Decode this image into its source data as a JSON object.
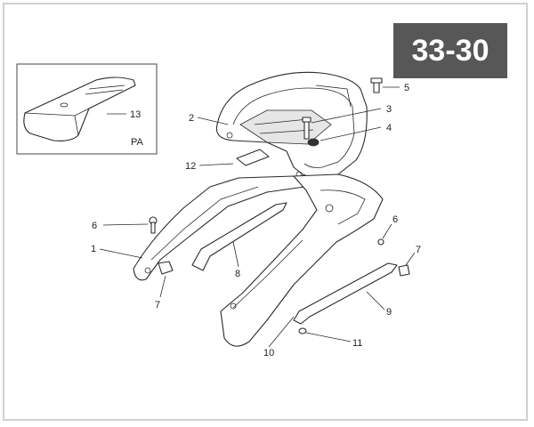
{
  "page_code": "33-30",
  "inset_label": "PA",
  "callouts": [
    {
      "id": "c1",
      "label": "1"
    },
    {
      "id": "c2",
      "label": "2"
    },
    {
      "id": "c3",
      "label": "3"
    },
    {
      "id": "c4",
      "label": "4"
    },
    {
      "id": "c5",
      "label": "5"
    },
    {
      "id": "c6a",
      "label": "6"
    },
    {
      "id": "c6b",
      "label": "6"
    },
    {
      "id": "c7a",
      "label": "7"
    },
    {
      "id": "c7b",
      "label": "7"
    },
    {
      "id": "c8",
      "label": "8"
    },
    {
      "id": "c9",
      "label": "9"
    },
    {
      "id": "c10",
      "label": "10"
    },
    {
      "id": "c11",
      "label": "11"
    },
    {
      "id": "c12",
      "label": "12"
    },
    {
      "id": "c13",
      "label": "13"
    }
  ]
}
